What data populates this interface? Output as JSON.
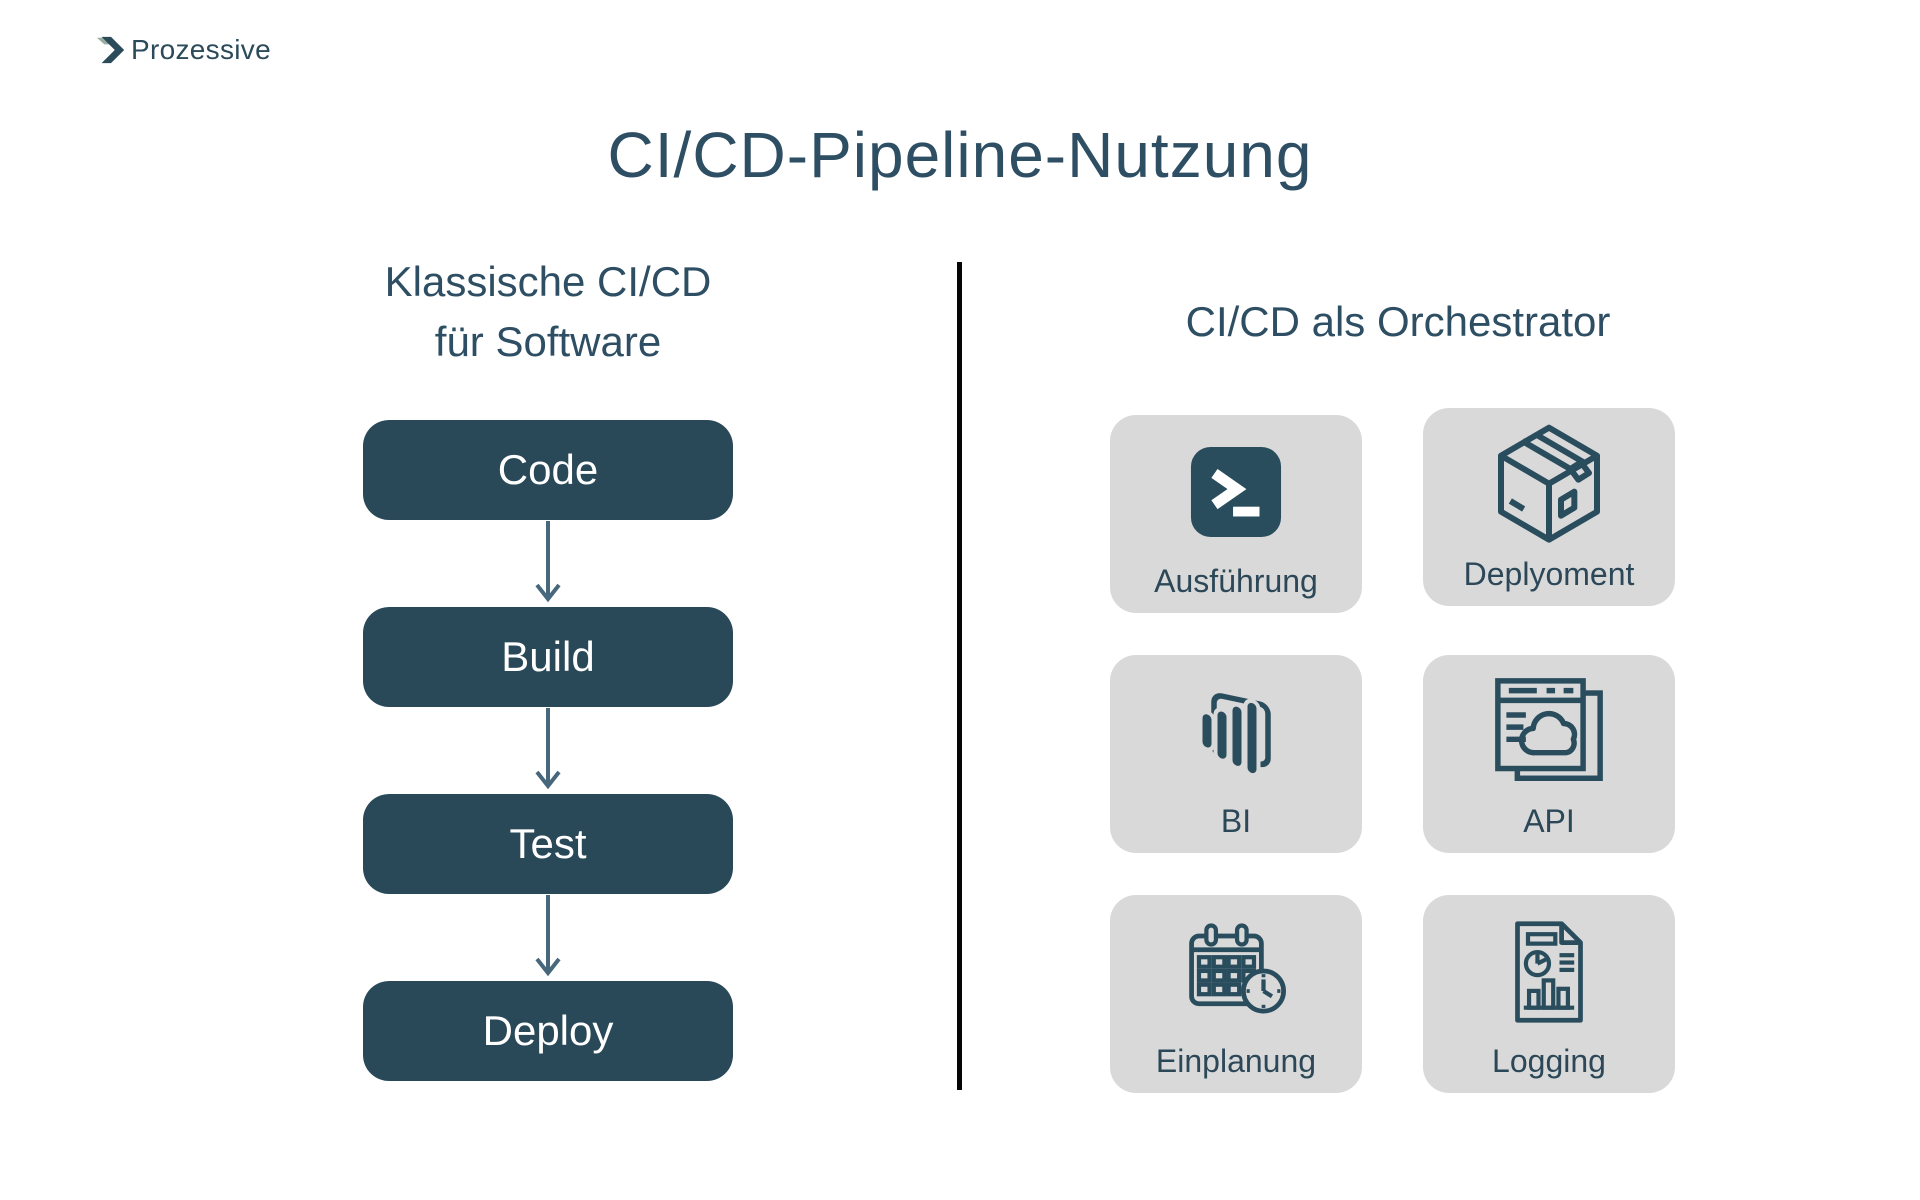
{
  "brand": {
    "name": "Prozessive"
  },
  "title": "CI/CD-Pipeline-Nutzung",
  "left": {
    "heading_line1": "Klassische CI/CD",
    "heading_line2": "für Software",
    "steps": [
      {
        "label": "Code"
      },
      {
        "label": "Build"
      },
      {
        "label": "Test"
      },
      {
        "label": "Deploy"
      }
    ]
  },
  "right": {
    "heading": "CI/CD als Orchestrator",
    "cards": [
      {
        "label": "Ausführung",
        "icon": "terminal-icon"
      },
      {
        "label": "Deplyoment",
        "icon": "package-icon"
      },
      {
        "label": "BI",
        "icon": "power-bi-icon"
      },
      {
        "label": "API",
        "icon": "browser-cloud-icon"
      },
      {
        "label": "Einplanung",
        "icon": "calendar-clock-icon"
      },
      {
        "label": "Logging",
        "icon": "report-document-icon"
      }
    ]
  },
  "colors": {
    "box_fill": "#294858",
    "heading_text": "#2e4e63",
    "card_background": "#d9d9d9",
    "icon_stroke": "#2a4d5e",
    "arrow": "#47687c",
    "divider": "#050505",
    "logo_accent": "#9aab9f"
  }
}
